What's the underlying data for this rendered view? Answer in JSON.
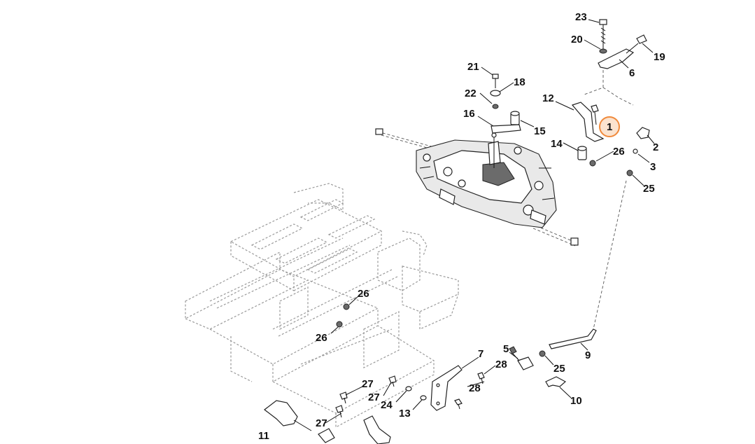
{
  "diagram": {
    "callouts": [
      {
        "id": "c23",
        "label": "23"
      },
      {
        "id": "c20",
        "label": "20"
      },
      {
        "id": "c19",
        "label": "19"
      },
      {
        "id": "c6",
        "label": "6"
      },
      {
        "id": "c21",
        "label": "21"
      },
      {
        "id": "c18",
        "label": "18"
      },
      {
        "id": "c22",
        "label": "22"
      },
      {
        "id": "c12",
        "label": "12"
      },
      {
        "id": "c1",
        "label": "1",
        "highlighted": true
      },
      {
        "id": "c16",
        "label": "16"
      },
      {
        "id": "c15",
        "label": "15"
      },
      {
        "id": "c2",
        "label": "2"
      },
      {
        "id": "c14",
        "label": "14"
      },
      {
        "id": "c26a",
        "label": "26"
      },
      {
        "id": "c3",
        "label": "3"
      },
      {
        "id": "c25a",
        "label": "25"
      },
      {
        "id": "c26b",
        "label": "26"
      },
      {
        "id": "c26c",
        "label": "26"
      },
      {
        "id": "c7",
        "label": "7"
      },
      {
        "id": "c5",
        "label": "5"
      },
      {
        "id": "c9",
        "label": "9"
      },
      {
        "id": "c28a",
        "label": "28"
      },
      {
        "id": "c25b",
        "label": "25"
      },
      {
        "id": "c27a",
        "label": "27"
      },
      {
        "id": "c27b",
        "label": "27"
      },
      {
        "id": "c28b",
        "label": "28"
      },
      {
        "id": "c24",
        "label": "24"
      },
      {
        "id": "c13",
        "label": "13"
      },
      {
        "id": "c10",
        "label": "10"
      },
      {
        "id": "c11",
        "label": "11"
      },
      {
        "id": "c27c",
        "label": "27"
      }
    ],
    "highlight_color": "#f08a3c"
  }
}
